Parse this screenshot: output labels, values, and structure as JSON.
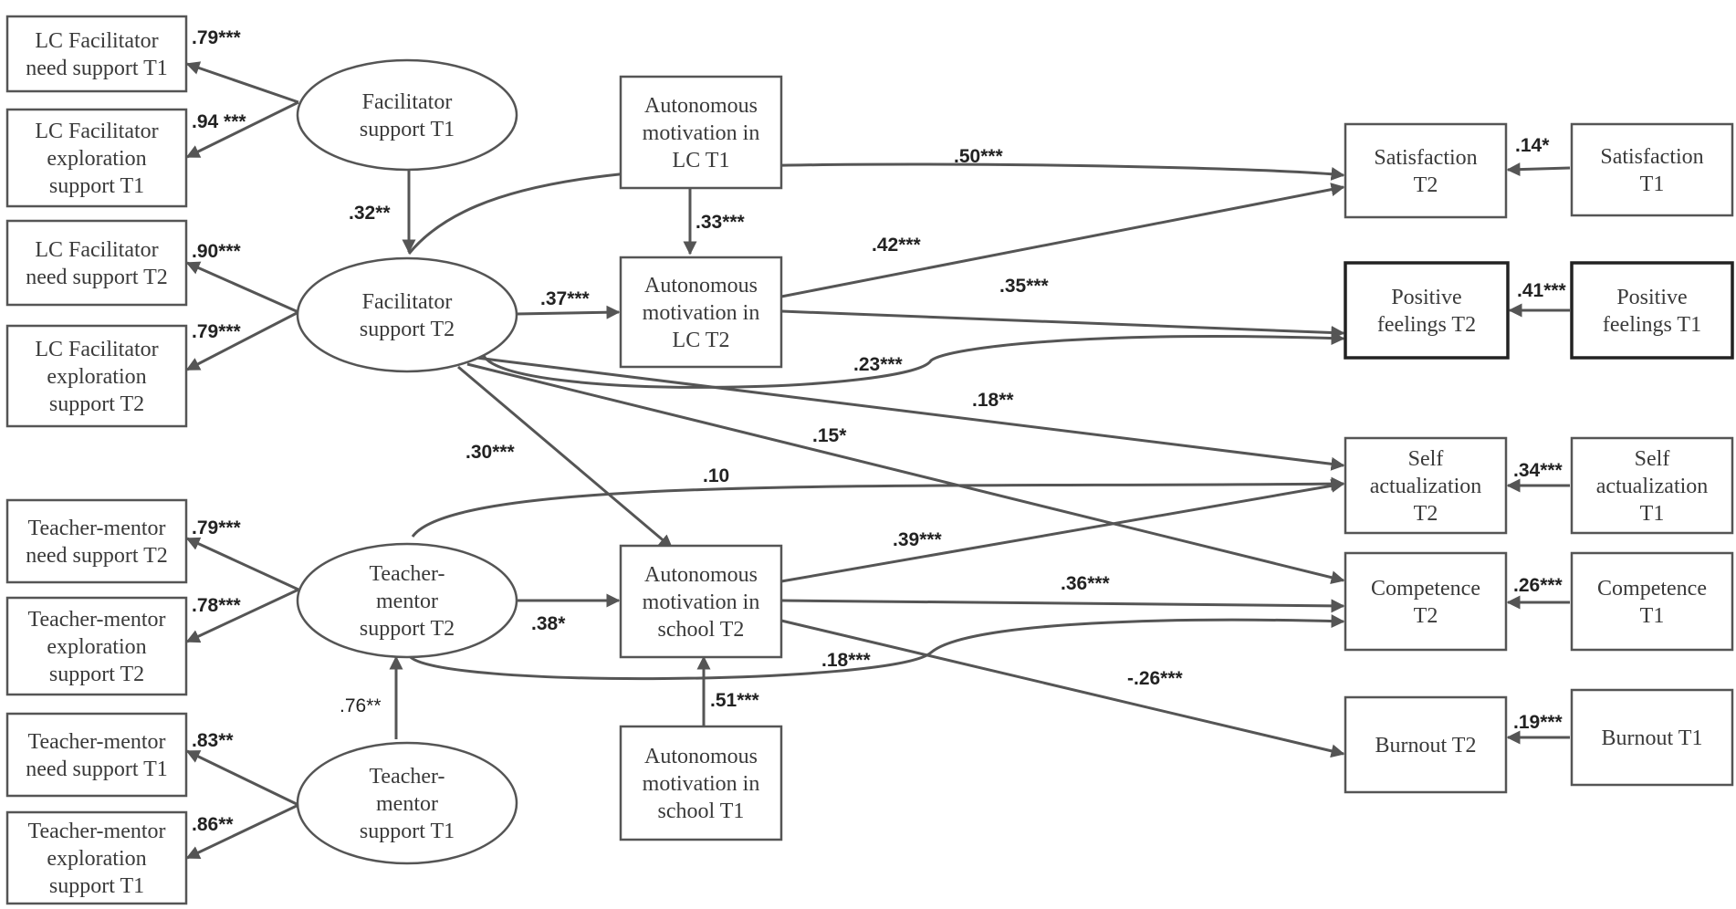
{
  "nodes": {
    "lcf_need_t1": [
      "LC Facilitator",
      "need support T1"
    ],
    "lcf_expl_t1": [
      "LC Facilitator",
      "exploration",
      "support T1"
    ],
    "lcf_need_t2": [
      "LC Facilitator",
      "need support T2"
    ],
    "lcf_expl_t2": [
      "LC Facilitator",
      "exploration",
      "support T2"
    ],
    "tm_need_t2": [
      "Teacher-mentor",
      "need support T2"
    ],
    "tm_expl_t2": [
      "Teacher-mentor",
      "exploration",
      "support T2"
    ],
    "tm_need_t1": [
      "Teacher-mentor",
      "need support T1"
    ],
    "tm_expl_t1": [
      "Teacher-mentor",
      "exploration",
      "support T1"
    ],
    "fac_t1": [
      "Facilitator",
      "support T1"
    ],
    "fac_t2": [
      "Facilitator",
      "support T2"
    ],
    "tm_t2": [
      "Teacher-",
      "mentor",
      "support T2"
    ],
    "tm_t1": [
      "Teacher-",
      "mentor",
      "support T1"
    ],
    "am_lc_t1": [
      "Autonomous",
      "motivation  in",
      "LC  T1"
    ],
    "am_lc_t2": [
      "Autonomous",
      "motivation  in",
      "LC  T2"
    ],
    "am_sc_t2": [
      "Autonomous",
      "motivation  in",
      "school T2"
    ],
    "am_sc_t1": [
      "Autonomous",
      "motivation  in",
      "school T1"
    ],
    "sat_t2": [
      "Satisfaction",
      "T2"
    ],
    "pos_t2": [
      "Positive",
      "feelings  T2"
    ],
    "self_t2": [
      "Self",
      "actualization",
      "T2"
    ],
    "comp_t2": [
      "Competence",
      "T2"
    ],
    "burn_t2": [
      "Burnout  T2"
    ],
    "sat_t1": [
      "Satisfaction",
      "T1"
    ],
    "pos_t1": [
      "Positive",
      "feelings  T1"
    ],
    "self_t1": [
      "Self",
      "actualization",
      "T1"
    ],
    "comp_t1": [
      "Competence",
      "T1"
    ],
    "burn_t1": [
      "Burnout  T1"
    ]
  },
  "coefficients": {
    "fac_t1_need": ".79***",
    "fac_t1_expl": ".94 ***",
    "fac_t1_to_t2": ".32**",
    "fac_t2_need": ".90***",
    "fac_t2_expl": ".79***",
    "fac_t2_sat": ".50***",
    "am_lc_t1_to_t2": ".33***",
    "fac_t2_am_lc": ".37***",
    "am_lc_sat": ".42***",
    "am_lc_pos": ".35***",
    "fac_t2_pos": ".23***",
    "fac_t2_self": ".18**",
    "fac_t2_comp": ".15*",
    "fac_t2_am_sc": ".30***",
    "tm_t2_self": ".10",
    "tm_t2_need": ".79***",
    "tm_t2_expl": ".78***",
    "tm_t2_am_sc": ".38*",
    "am_sc_self": ".39***",
    "am_sc_comp": ".36***",
    "tm_t2_comp": ".18***",
    "am_sc_t1_to_t2": ".51***",
    "am_sc_burn": "-.26***",
    "tm_t1_to_t2": ".76**",
    "tm_t1_need": ".83**",
    "tm_t1_expl": ".86**",
    "sat_stab": ".14*",
    "pos_stab": ".41***",
    "self_stab": ".34***",
    "comp_stab": ".26***",
    "burn_stab": ".19***"
  }
}
